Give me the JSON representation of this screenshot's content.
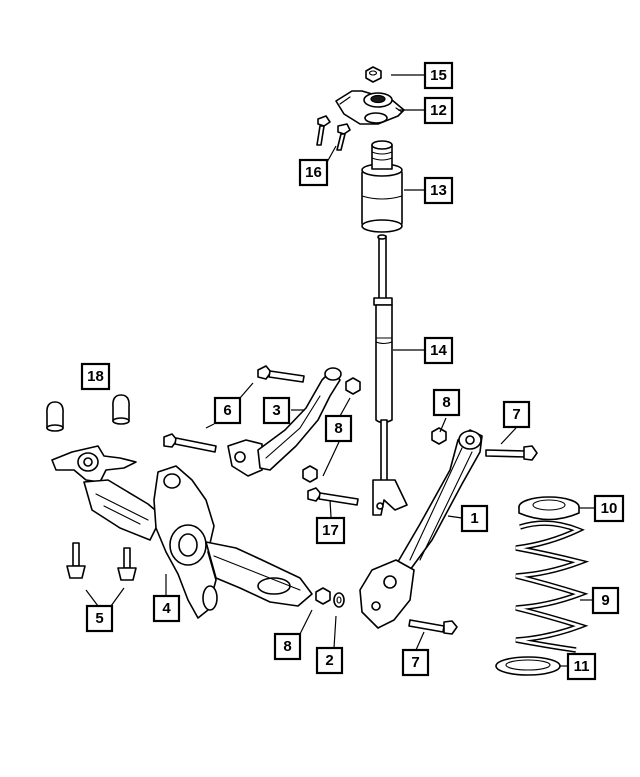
{
  "callouts": [
    {
      "label": "15"
    },
    {
      "label": "12"
    },
    {
      "label": "16"
    },
    {
      "label": "13"
    },
    {
      "label": "14"
    },
    {
      "label": "18"
    },
    {
      "label": "6"
    },
    {
      "label": "3"
    },
    {
      "label": "8"
    },
    {
      "label": "8"
    },
    {
      "label": "7"
    },
    {
      "label": "17"
    },
    {
      "label": "1"
    },
    {
      "label": "10"
    },
    {
      "label": "9"
    },
    {
      "label": "5"
    },
    {
      "label": "4"
    },
    {
      "label": "8"
    },
    {
      "label": "2"
    },
    {
      "label": "7"
    },
    {
      "label": "11"
    }
  ]
}
